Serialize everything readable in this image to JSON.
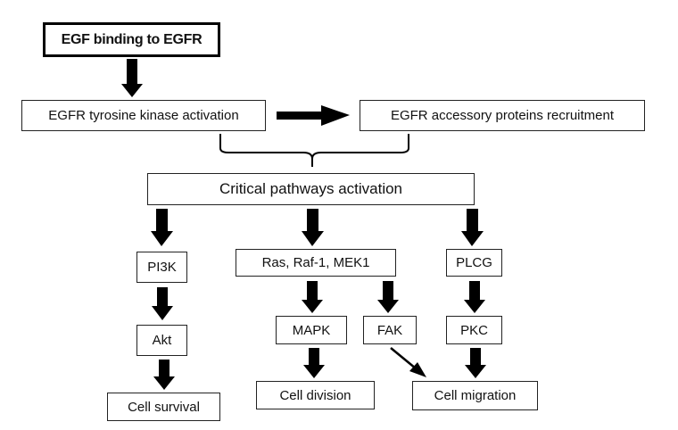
{
  "nodes": {
    "egf_binding": "EGF binding to EGFR",
    "tk_activation": "EGFR tyrosine kinase activation",
    "accessory": "EGFR accessory proteins recruitment",
    "critical": "Critical pathways activation",
    "pi3k": "PI3K",
    "ras": "Ras, Raf-1,    MEK1",
    "plcg": "PLCG",
    "akt": "Akt",
    "mapk": "MAPK",
    "fak": "FAK",
    "pkc": "PKC",
    "survival": "Cell survival",
    "division": "Cell division",
    "migration": "Cell migration"
  },
  "colors": {
    "arrow": "#000000",
    "border": "#222222"
  }
}
